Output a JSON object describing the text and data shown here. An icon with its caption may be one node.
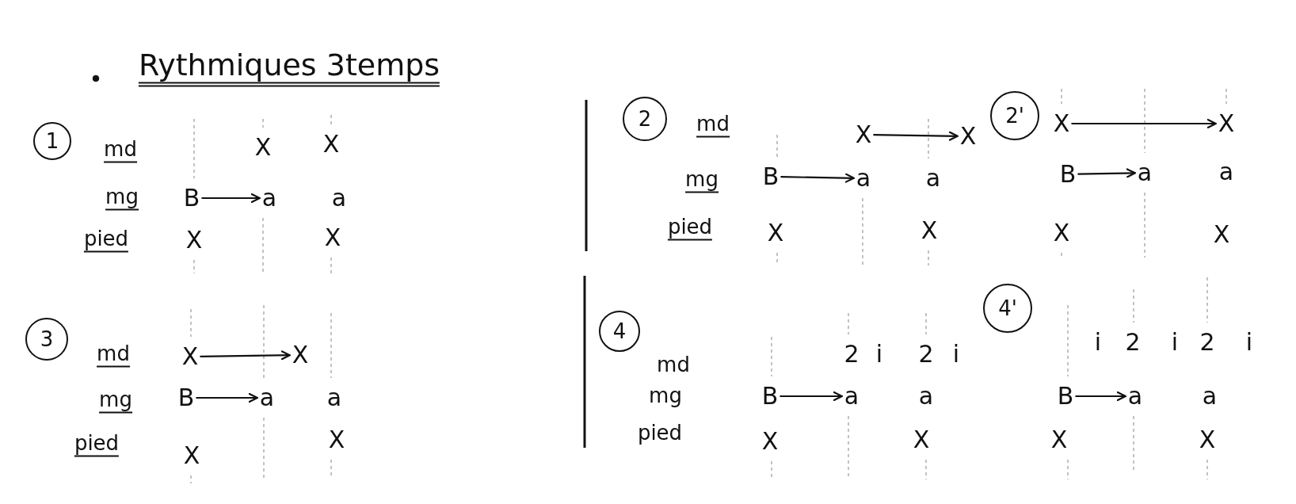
{
  "diagram": {
    "title": "Rythmiques 3temps",
    "nodes": [
      {
        "text": [
          "1"
        ]
      },
      {
        "text": [
          "B"
        ]
      },
      {
        "text": [
          "a"
        ]
      },
      {
        "text": [
          "2"
        ]
      },
      {
        "text": [
          "X"
        ]
      },
      {
        "text": [
          "X"
        ]
      },
      {
        "text": [
          "B"
        ]
      },
      {
        "text": [
          "a"
        ]
      },
      {
        "text": [
          "2'"
        ]
      },
      {
        "text": [
          "X"
        ]
      },
      {
        "text": [
          "X"
        ]
      },
      {
        "text": [
          "B"
        ]
      },
      {
        "text": [
          "a"
        ]
      },
      {
        "text": [
          "3"
        ]
      },
      {
        "text": [
          "X"
        ]
      },
      {
        "text": [
          "X"
        ]
      },
      {
        "text": [
          "B"
        ]
      },
      {
        "text": [
          "a"
        ]
      },
      {
        "text": [
          "4"
        ]
      },
      {
        "text": [
          "B"
        ]
      },
      {
        "text": [
          "a"
        ]
      },
      {
        "text": [
          "4'"
        ]
      },
      {
        "text": [
          "B"
        ]
      },
      {
        "text": [
          "a"
        ]
      }
    ],
    "edges": [
      {
        "from": 1,
        "to": 2,
        "arrow": "to"
      },
      {
        "from": 4,
        "to": 5,
        "arrow": "to"
      },
      {
        "from": 6,
        "to": 7,
        "arrow": "to"
      },
      {
        "from": 9,
        "to": 10,
        "arrow": "to"
      },
      {
        "from": 11,
        "to": 12,
        "arrow": "to"
      },
      {
        "from": 14,
        "to": 15,
        "arrow": "to"
      },
      {
        "from": 16,
        "to": 17,
        "arrow": "to"
      },
      {
        "from": 19,
        "to": 20,
        "arrow": "to"
      },
      {
        "from": 22,
        "to": 23,
        "arrow": "to"
      }
    ],
    "labels": [
      "md",
      "X",
      "X",
      "mg",
      "a",
      "pied",
      "X",
      "X",
      "md",
      "mg",
      "a",
      "a",
      "pied",
      "X",
      "X",
      "X",
      "X",
      "md",
      "mg",
      "a",
      "pied",
      "X",
      "X",
      "md",
      "2",
      "i",
      "2",
      "i",
      "i",
      "2",
      "i",
      "2",
      "i",
      "mg",
      "a",
      "a",
      "pied",
      "X",
      "X",
      "X",
      "X"
    ]
  }
}
